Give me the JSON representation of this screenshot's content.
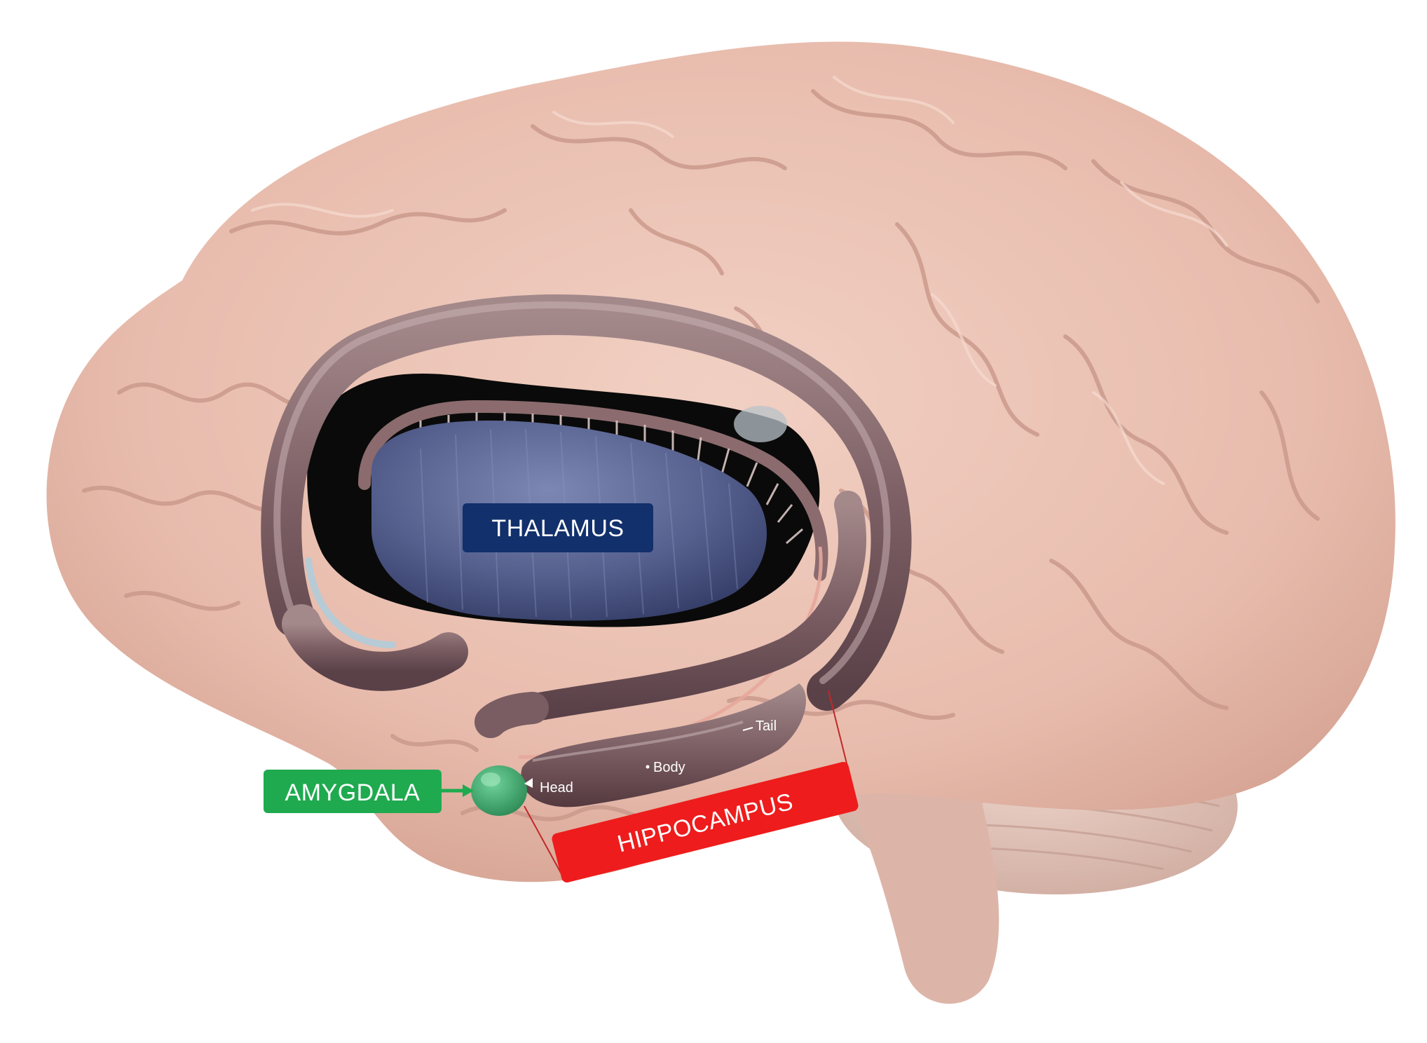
{
  "labels": {
    "thalamus": "THALAMUS",
    "amygdala": "AMYGDALA",
    "hippocampus": "HIPPOCAMPUS",
    "head": "Head",
    "body": "Body",
    "tail": "Tail"
  },
  "colors": {
    "thalamus_box": "#12306b",
    "amygdala_box": "#1faa4f",
    "hippocampus_box": "#ee1c1c",
    "bracket_line": "#c22828",
    "brain_surface": "#eac2b4",
    "thalamus_structure": "#5a6590",
    "fornix_structure": "#86676b",
    "amygdala_structure": "#3fa86a"
  }
}
